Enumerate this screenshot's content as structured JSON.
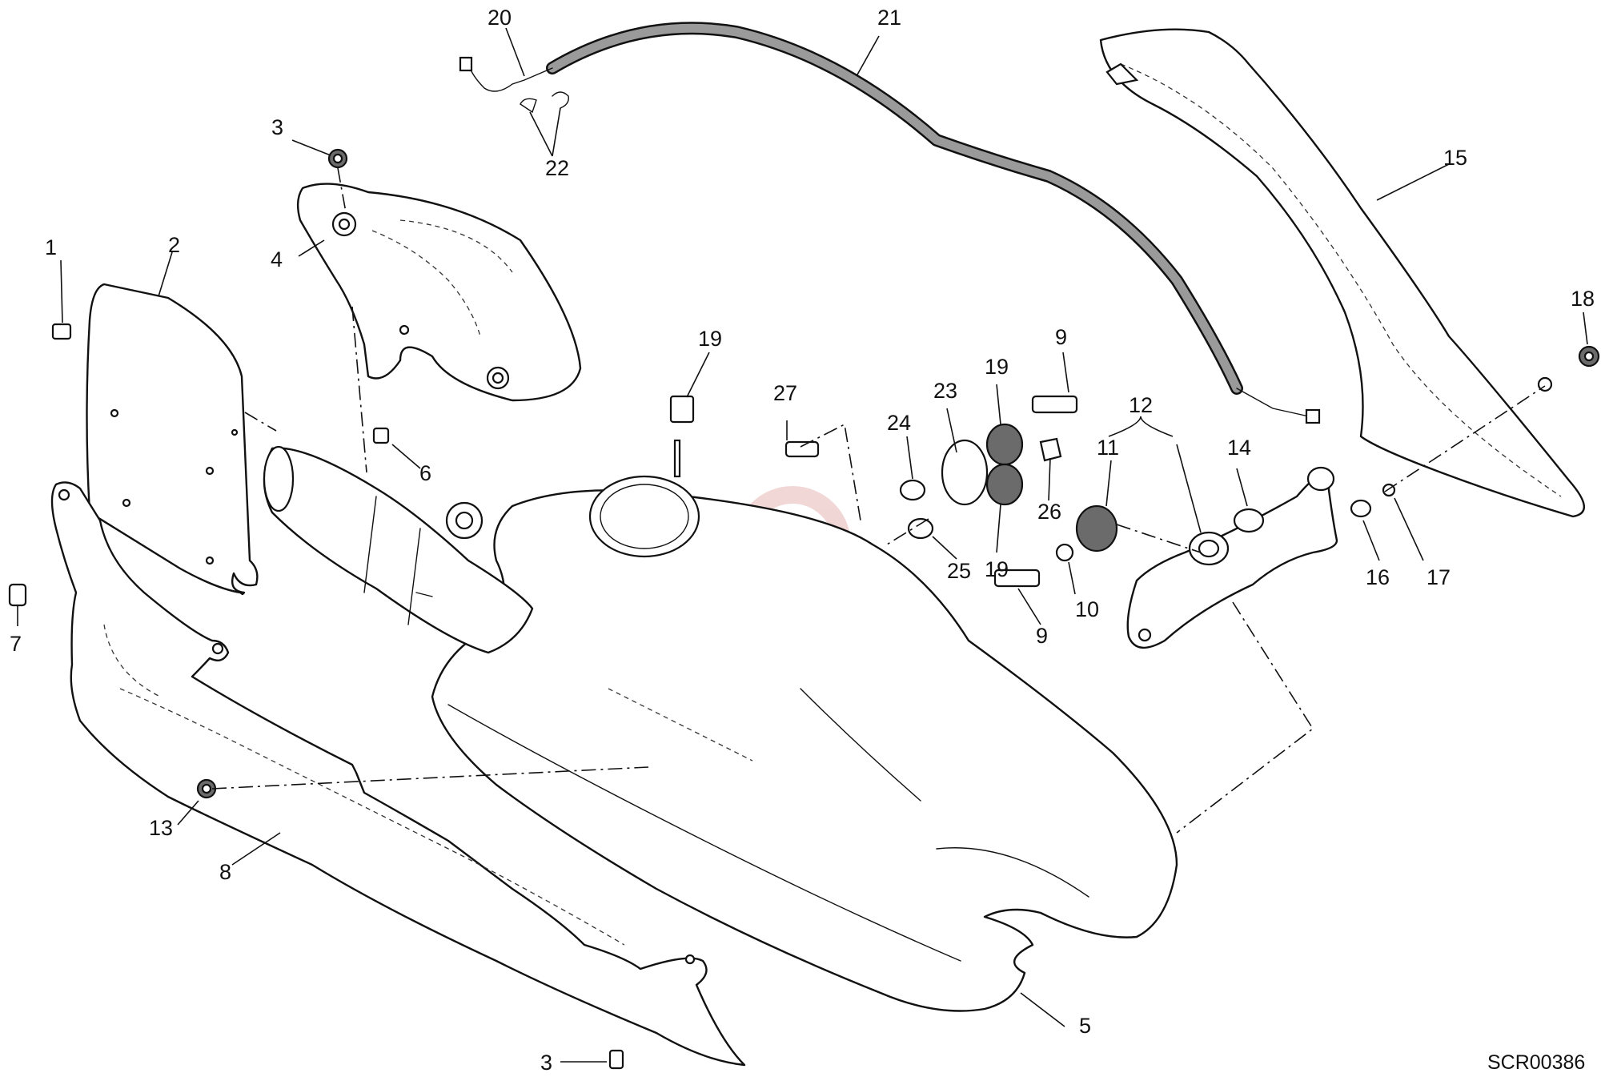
{
  "drawing_code": "SCR00386",
  "callouts": {
    "c1": "1",
    "c2": "2",
    "c3a": "3",
    "c3b": "3",
    "c4": "4",
    "c5": "5",
    "c6": "6",
    "c7": "7",
    "c8": "8",
    "c9a": "9",
    "c9b": "9",
    "c10": "10",
    "c11": "11",
    "c12": "12",
    "c13": "13",
    "c14": "14",
    "c15": "15",
    "c16": "16",
    "c17": "17",
    "c18": "18",
    "c19a": "19",
    "c19b": "19",
    "c19c": "19",
    "c20": "20",
    "c21": "21",
    "c22": "22",
    "c23": "23",
    "c24": "24",
    "c25": "25",
    "c26": "26",
    "c27": "27"
  },
  "colors": {
    "line": "#111111",
    "cable_fill": "#9a9a9a",
    "watermark": "#e8b8b8"
  },
  "watermark_icon": "g-logo-watermark"
}
